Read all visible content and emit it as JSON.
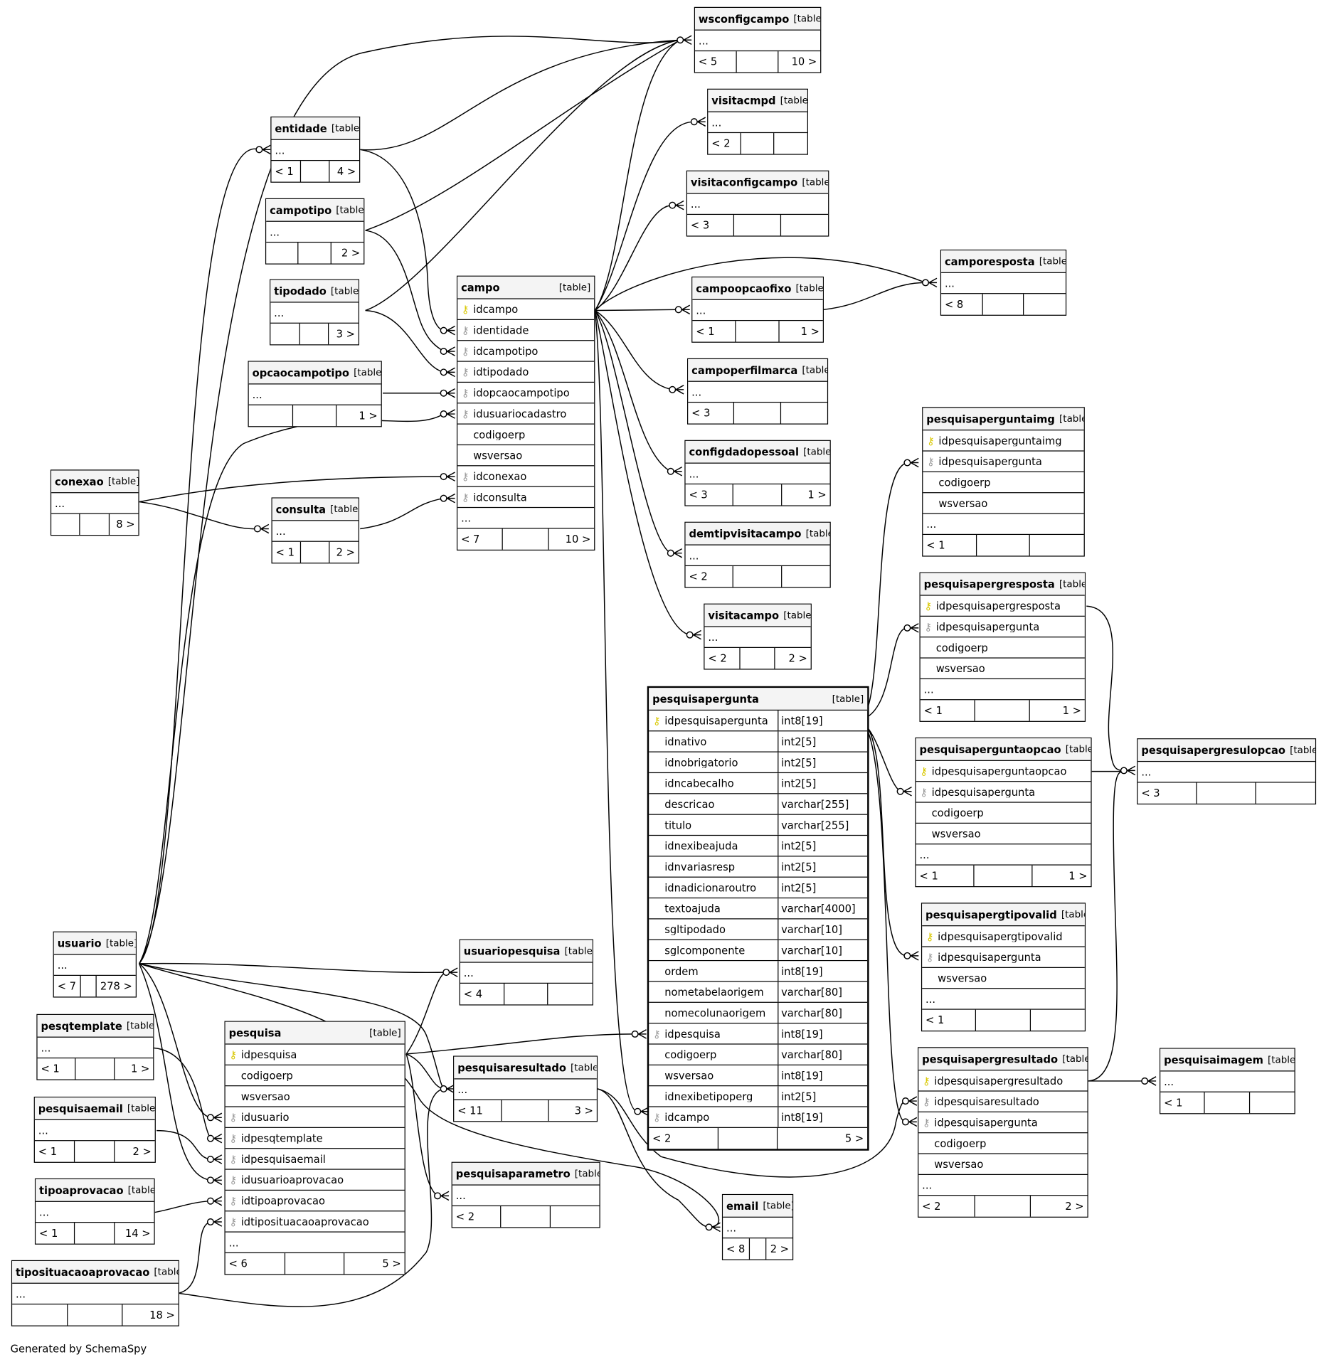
{
  "credit": "Generated by SchemaSpy",
  "type_tag": "[table]",
  "tables": [
    {
      "id": "wsconfigcampo",
      "name": "wsconfigcampo",
      "rows": [],
      "ellipsis": "...",
      "footer": [
        "< 5",
        "",
        "10 >"
      ]
    },
    {
      "id": "visitacmpd",
      "name": "visitacmpd",
      "rows": [],
      "ellipsis": "...",
      "footer": [
        "< 2",
        "",
        ""
      ]
    },
    {
      "id": "visitaconfigcampo",
      "name": "visitaconfigcampo",
      "rows": [],
      "ellipsis": "...",
      "footer": [
        "< 3",
        "",
        ""
      ]
    },
    {
      "id": "camporesposta",
      "name": "camporesposta",
      "rows": [],
      "ellipsis": "...",
      "footer": [
        "< 8",
        "",
        ""
      ]
    },
    {
      "id": "campoopcaofixo",
      "name": "campoopcaofixo",
      "rows": [],
      "ellipsis": "...",
      "footer": [
        "< 1",
        "",
        "1 >"
      ]
    },
    {
      "id": "campoperfilmarca",
      "name": "campoperfilmarca",
      "rows": [],
      "ellipsis": "...",
      "footer": [
        "< 3",
        "",
        ""
      ]
    },
    {
      "id": "configdadopessoal",
      "name": "configdadopessoal",
      "rows": [],
      "ellipsis": "...",
      "footer": [
        "< 3",
        "",
        "1 >"
      ]
    },
    {
      "id": "demtipvisitacampo",
      "name": "demtipvisitacampo",
      "rows": [],
      "ellipsis": "...",
      "footer": [
        "< 2",
        "",
        ""
      ]
    },
    {
      "id": "visitacampo",
      "name": "visitacampo",
      "rows": [],
      "ellipsis": "...",
      "footer": [
        "< 2",
        "",
        "2 >"
      ]
    },
    {
      "id": "entidade",
      "name": "entidade",
      "rows": [],
      "ellipsis": "...",
      "footer": [
        "< 1",
        "",
        "4 >"
      ]
    },
    {
      "id": "campotipo",
      "name": "campotipo",
      "rows": [],
      "ellipsis": "...",
      "footer": [
        "",
        "",
        "2 >"
      ]
    },
    {
      "id": "tipodado",
      "name": "tipodado",
      "rows": [],
      "ellipsis": "...",
      "footer": [
        "",
        "",
        "3 >"
      ]
    },
    {
      "id": "opcaocampotipo",
      "name": "opcaocampotipo",
      "rows": [],
      "ellipsis": "...",
      "footer": [
        "",
        "",
        "1 >"
      ]
    },
    {
      "id": "conexao",
      "name": "conexao",
      "rows": [],
      "ellipsis": "...",
      "footer": [
        "",
        "",
        "8 >"
      ]
    },
    {
      "id": "consulta",
      "name": "consulta",
      "rows": [],
      "ellipsis": "...",
      "footer": [
        "< 1",
        "",
        "2 >"
      ]
    },
    {
      "id": "campo",
      "name": "campo",
      "rows": [
        {
          "key": "pk",
          "name": "idcampo"
        },
        {
          "key": "fk",
          "name": "identidade"
        },
        {
          "key": "fk",
          "name": "idcampotipo"
        },
        {
          "key": "fk",
          "name": "idtipodado"
        },
        {
          "key": "fk",
          "name": "idopcaocampotipo"
        },
        {
          "key": "fk",
          "name": "idusuariocadastro"
        },
        {
          "key": "",
          "name": "codigoerp"
        },
        {
          "key": "",
          "name": "wsversao"
        },
        {
          "key": "fk",
          "name": "idconexao"
        },
        {
          "key": "fk",
          "name": "idconsulta"
        }
      ],
      "ellipsis": "...",
      "footer": [
        "< 7",
        "",
        "10 >"
      ]
    },
    {
      "id": "pesquisaperguntaimg",
      "name": "pesquisaperguntaimg",
      "rows": [
        {
          "key": "pk",
          "name": "idpesquisaperguntaimg"
        },
        {
          "key": "fk",
          "name": "idpesquisapergunta"
        },
        {
          "key": "",
          "name": "codigoerp"
        },
        {
          "key": "",
          "name": "wsversao"
        }
      ],
      "ellipsis": "...",
      "footer": [
        "< 1",
        "",
        ""
      ]
    },
    {
      "id": "pesquisapergresposta",
      "name": "pesquisapergresposta",
      "rows": [
        {
          "key": "pk",
          "name": "idpesquisapergresposta"
        },
        {
          "key": "fk",
          "name": "idpesquisapergunta"
        },
        {
          "key": "",
          "name": "codigoerp"
        },
        {
          "key": "",
          "name": "wsversao"
        }
      ],
      "ellipsis": "...",
      "footer": [
        "< 1",
        "",
        "1 >"
      ]
    },
    {
      "id": "pesquisaperguntaopcao",
      "name": "pesquisaperguntaopcao",
      "rows": [
        {
          "key": "pk",
          "name": "idpesquisaperguntaopcao"
        },
        {
          "key": "fk",
          "name": "idpesquisapergunta"
        },
        {
          "key": "",
          "name": "codigoerp"
        },
        {
          "key": "",
          "name": "wsversao"
        }
      ],
      "ellipsis": "...",
      "footer": [
        "< 1",
        "",
        "1 >"
      ]
    },
    {
      "id": "pesquisapergresulopcao",
      "name": "pesquisapergresulopcao",
      "rows": [],
      "ellipsis": "...",
      "footer": [
        "< 3",
        "",
        ""
      ]
    },
    {
      "id": "pesquisapergtipovalid",
      "name": "pesquisapergtipovalid",
      "rows": [
        {
          "key": "pk",
          "name": "idpesquisapergtipovalid"
        },
        {
          "key": "fk",
          "name": "idpesquisapergunta"
        },
        {
          "key": "",
          "name": "wsversao"
        }
      ],
      "ellipsis": "...",
      "footer": [
        "< 1",
        "",
        ""
      ]
    },
    {
      "id": "pesquisapergresultado",
      "name": "pesquisapergresultado",
      "rows": [
        {
          "key": "pk",
          "name": "idpesquisapergresultado"
        },
        {
          "key": "fk",
          "name": "idpesquisaresultado"
        },
        {
          "key": "fk",
          "name": "idpesquisapergunta"
        },
        {
          "key": "",
          "name": "codigoerp"
        },
        {
          "key": "",
          "name": "wsversao"
        }
      ],
      "ellipsis": "...",
      "footer": [
        "< 2",
        "",
        "2 >"
      ]
    },
    {
      "id": "pesquisaimagem",
      "name": "pesquisaimagem",
      "rows": [],
      "ellipsis": "...",
      "footer": [
        "< 1",
        "",
        ""
      ]
    },
    {
      "id": "pesquisapergunta",
      "name": "pesquisapergunta",
      "focus": true,
      "rows": [
        {
          "key": "pk",
          "name": "idpesquisapergunta",
          "type": "int8[19]"
        },
        {
          "key": "",
          "name": "idnativo",
          "type": "int2[5]"
        },
        {
          "key": "",
          "name": "idnobrigatorio",
          "type": "int2[5]"
        },
        {
          "key": "",
          "name": "idncabecalho",
          "type": "int2[5]"
        },
        {
          "key": "",
          "name": "descricao",
          "type": "varchar[255]"
        },
        {
          "key": "",
          "name": "titulo",
          "type": "varchar[255]"
        },
        {
          "key": "",
          "name": "idnexibeajuda",
          "type": "int2[5]"
        },
        {
          "key": "",
          "name": "idnvariasresp",
          "type": "int2[5]"
        },
        {
          "key": "",
          "name": "idnadicionaroutro",
          "type": "int2[5]"
        },
        {
          "key": "",
          "name": "textoajuda",
          "type": "varchar[4000]"
        },
        {
          "key": "",
          "name": "sgltipodado",
          "type": "varchar[10]"
        },
        {
          "key": "",
          "name": "sglcomponente",
          "type": "varchar[10]"
        },
        {
          "key": "",
          "name": "ordem",
          "type": "int8[19]"
        },
        {
          "key": "",
          "name": "nometabelaorigem",
          "type": "varchar[80]"
        },
        {
          "key": "",
          "name": "nomecolunaorigem",
          "type": "varchar[80]"
        },
        {
          "key": "fk",
          "name": "idpesquisa",
          "type": "int8[19]"
        },
        {
          "key": "",
          "name": "codigoerp",
          "type": "varchar[80]"
        },
        {
          "key": "",
          "name": "wsversao",
          "type": "int8[19]"
        },
        {
          "key": "",
          "name": "idnexibetipoperg",
          "type": "int2[5]"
        },
        {
          "key": "fk",
          "name": "idcampo",
          "type": "int8[19]"
        }
      ],
      "ellipsis": "",
      "footer": [
        "< 2",
        "",
        "5 >"
      ]
    },
    {
      "id": "usuario",
      "name": "usuario",
      "rows": [],
      "ellipsis": "...",
      "footer": [
        "< 7",
        "",
        "278 >"
      ]
    },
    {
      "id": "usuariopesquisa",
      "name": "usuariopesquisa",
      "rows": [],
      "ellipsis": "...",
      "footer": [
        "< 4",
        "",
        ""
      ]
    },
    {
      "id": "pesqtemplate",
      "name": "pesqtemplate",
      "rows": [],
      "ellipsis": "...",
      "footer": [
        "< 1",
        "",
        "1 >"
      ]
    },
    {
      "id": "pesquisaemail",
      "name": "pesquisaemail",
      "rows": [],
      "ellipsis": "...",
      "footer": [
        "< 1",
        "",
        "2 >"
      ]
    },
    {
      "id": "tipoaprovacao",
      "name": "tipoaprovacao",
      "rows": [],
      "ellipsis": "...",
      "footer": [
        "< 1",
        "",
        "14 >"
      ]
    },
    {
      "id": "tiposituacaoaprovacao",
      "name": "tiposituacaoaprovacao",
      "rows": [],
      "ellipsis": "...",
      "footer": [
        "",
        "",
        "18 >"
      ]
    },
    {
      "id": "pesquisa",
      "name": "pesquisa",
      "rows": [
        {
          "key": "pk",
          "name": "idpesquisa"
        },
        {
          "key": "",
          "name": "codigoerp"
        },
        {
          "key": "",
          "name": "wsversao"
        },
        {
          "key": "fk",
          "name": "idusuario"
        },
        {
          "key": "fk",
          "name": "idpesqtemplate"
        },
        {
          "key": "fk",
          "name": "idpesquisaemail"
        },
        {
          "key": "fk",
          "name": "idusuarioaprovacao"
        },
        {
          "key": "fk",
          "name": "idtipoaprovacao"
        },
        {
          "key": "fk",
          "name": "idtiposituacaoaprovacao"
        }
      ],
      "ellipsis": "...",
      "footer": [
        "< 6",
        "",
        "5 >"
      ]
    },
    {
      "id": "pesquisaresultado",
      "name": "pesquisaresultado",
      "rows": [],
      "ellipsis": "...",
      "footer": [
        "< 11",
        "",
        "3 >"
      ]
    },
    {
      "id": "pesquisaparametro",
      "name": "pesquisaparametro",
      "rows": [],
      "ellipsis": "...",
      "footer": [
        "< 2",
        "",
        ""
      ]
    },
    {
      "id": "email",
      "name": "email",
      "rows": [],
      "ellipsis": "...",
      "footer": [
        "< 8",
        "",
        "2 >"
      ]
    }
  ]
}
